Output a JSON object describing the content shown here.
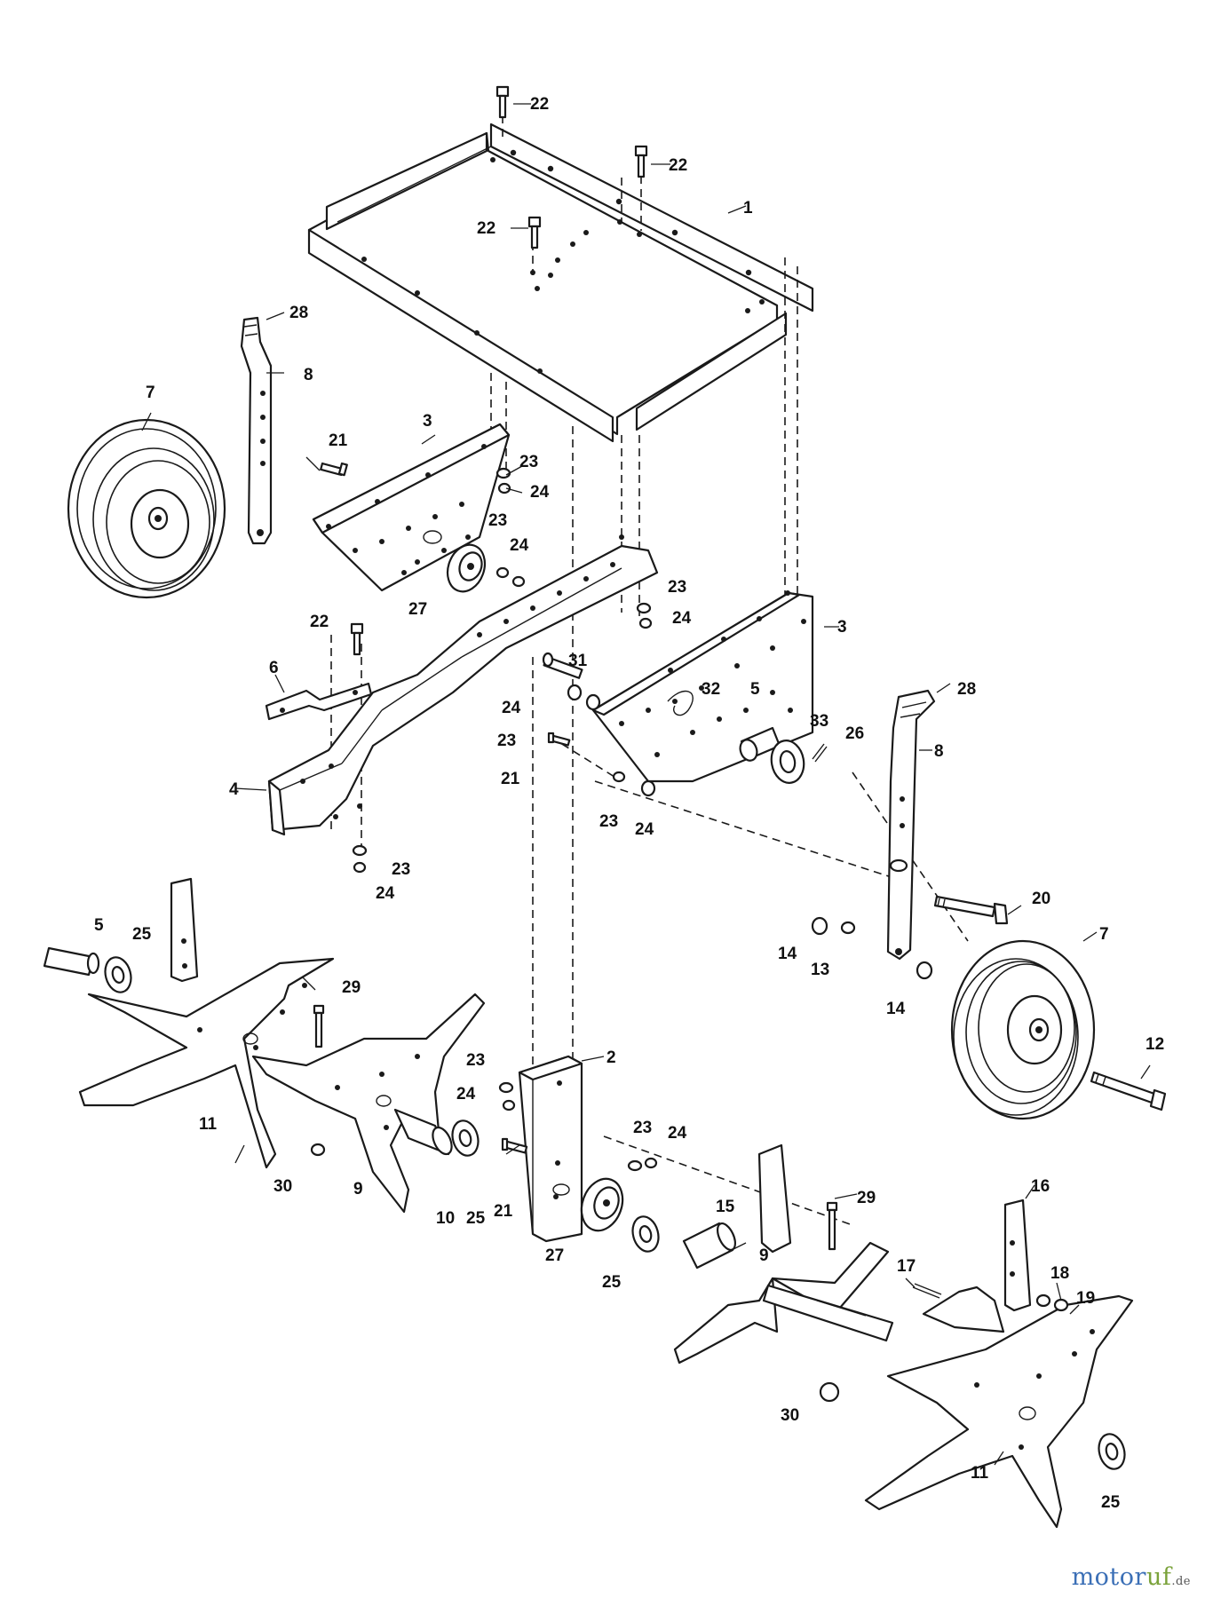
{
  "diagram": {
    "callouts": {
      "c1": "1",
      "c2": "2",
      "c3a": "3",
      "c3b": "3",
      "c4": "4",
      "c5a": "5",
      "c5b": "5",
      "c6": "6",
      "c7a": "7",
      "c7b": "7",
      "c8a": "8",
      "c8b": "8",
      "c9a": "9",
      "c9b": "9",
      "c10": "10",
      "c11a": "11",
      "c11b": "11",
      "c12": "12",
      "c13": "13",
      "c14a": "14",
      "c14b": "14",
      "c15": "15",
      "c16": "16",
      "c17": "17",
      "c18": "18",
      "c19": "19",
      "c20": "20",
      "c21a": "21",
      "c21b": "21",
      "c21c": "21",
      "c22a": "22",
      "c22b": "22",
      "c22c": "22",
      "c22d": "22",
      "c23a": "23",
      "c23b": "23",
      "c23c": "23",
      "c23d": "23",
      "c23e": "23",
      "c23f": "23",
      "c23g": "23",
      "c23h": "23",
      "c24a": "24",
      "c24b": "24",
      "c24c": "24",
      "c24d": "24",
      "c24e": "24",
      "c24f": "24",
      "c24g": "24",
      "c24h": "24",
      "c25a": "25",
      "c25b": "25",
      "c25c": "25",
      "c25d": "25",
      "c26": "26",
      "c27a": "27",
      "c27b": "27",
      "c28a": "28",
      "c28b": "28",
      "c29a": "29",
      "c29b": "29",
      "c30a": "30",
      "c30b": "30",
      "c31": "31",
      "c32": "32",
      "c33": "33"
    }
  },
  "watermark": {
    "part1": "motor",
    "part2": "uf",
    "suffix": ".de"
  }
}
